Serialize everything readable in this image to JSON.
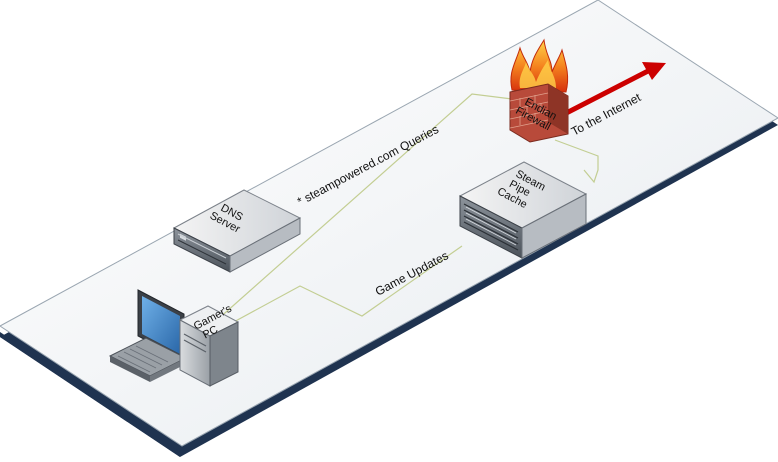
{
  "devices": {
    "firewall": {
      "line1": "Endian",
      "line2": "Firewall"
    },
    "dns": {
      "line1": "DNS",
      "line2": "Server"
    },
    "cache": {
      "line1": "Steam",
      "line2": "Pipe",
      "line3": "Cache"
    },
    "pc": {
      "line1": "Gamer's",
      "line2": "PC"
    }
  },
  "links": {
    "dns_queries": "* steampowered.com Queries",
    "game_updates": "Game Updates",
    "internet": "To the Internet"
  },
  "colors": {
    "platform_top": "#f1f4f6",
    "platform_edge": "#1f3350",
    "link_line": "#c3ce93",
    "internet_arrow": "#cc0000",
    "brick": "#b84a3a",
    "flame": "#f28a1e",
    "screen": "#3a7fc4"
  },
  "icons": {
    "firewall": "brick-wall-flame-icon",
    "server": "rack-server-icon",
    "pc": "desktop-computer-icon"
  }
}
